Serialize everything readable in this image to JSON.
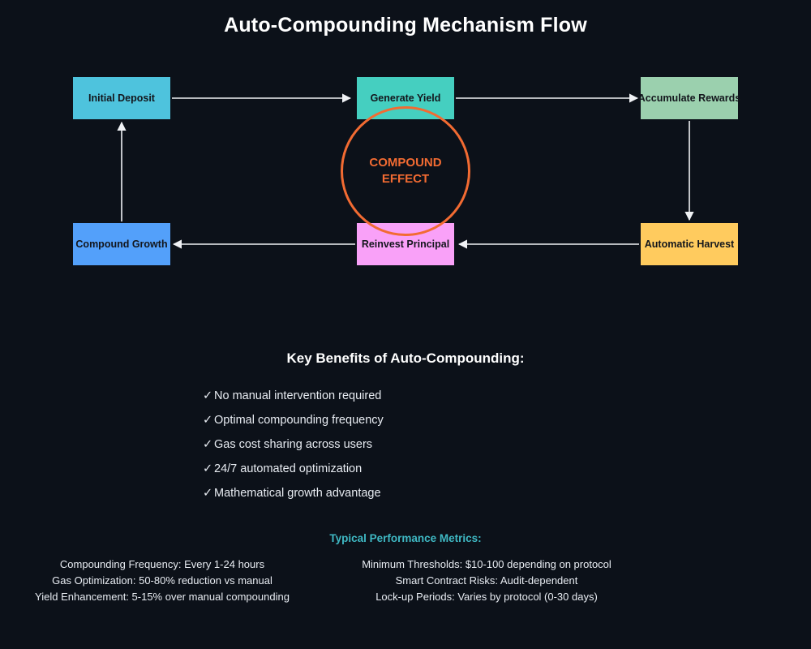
{
  "page": {
    "title": "Auto-Compounding Mechanism Flow",
    "background_color": "#0c1119"
  },
  "diagram": {
    "type": "cycle-flow",
    "center": {
      "label_line1": "COMPOUND",
      "label_line2": "EFFECT",
      "stroke_color": "#f26b32",
      "text_color": "#f26b32"
    },
    "nodes": [
      {
        "id": "n0",
        "label": "Initial Deposit",
        "color": "#4ec3dd"
      },
      {
        "id": "n1",
        "label": "Generate Yield",
        "color": "#45cfc0"
      },
      {
        "id": "n2",
        "label": "Accumulate Rewards",
        "color": "#9bd0ae"
      },
      {
        "id": "n3",
        "label": "Automatic Harvest",
        "color": "#ffcb5e"
      },
      {
        "id": "n4",
        "label": "Reinvest Principal",
        "color": "#f9a1f8"
      },
      {
        "id": "n5",
        "label": "Compound Growth",
        "color": "#53a0fa"
      }
    ],
    "edges": [
      {
        "from": "Initial Deposit",
        "to": "Generate Yield"
      },
      {
        "from": "Generate Yield",
        "to": "Accumulate Rewards"
      },
      {
        "from": "Accumulate Rewards",
        "to": "Automatic Harvest"
      },
      {
        "from": "Automatic Harvest",
        "to": "Reinvest Principal"
      },
      {
        "from": "Reinvest Principal",
        "to": "Compound Growth"
      },
      {
        "from": "Compound Growth",
        "to": "Initial Deposit"
      }
    ],
    "arrow_color": "#f0f2f5"
  },
  "benefits": {
    "title": "Key Benefits of Auto-Compounding:",
    "check_glyph": "✓",
    "items": [
      "No manual intervention required",
      "Optimal compounding frequency",
      "Gas cost sharing across users",
      "24/7 automated optimization",
      "Mathematical growth advantage"
    ]
  },
  "metrics": {
    "title": "Typical Performance Metrics:",
    "title_color": "#3fb9c4",
    "left_column": [
      "Compounding Frequency: Every 1-24 hours",
      "Gas Optimization: 50-80% reduction vs manual",
      "Yield Enhancement: 5-15% over manual compounding"
    ],
    "right_column": [
      "Minimum Thresholds: $10-100 depending on protocol",
      "Smart Contract Risks: Audit-dependent",
      "Lock-up Periods: Varies by protocol (0-30 days)"
    ]
  }
}
